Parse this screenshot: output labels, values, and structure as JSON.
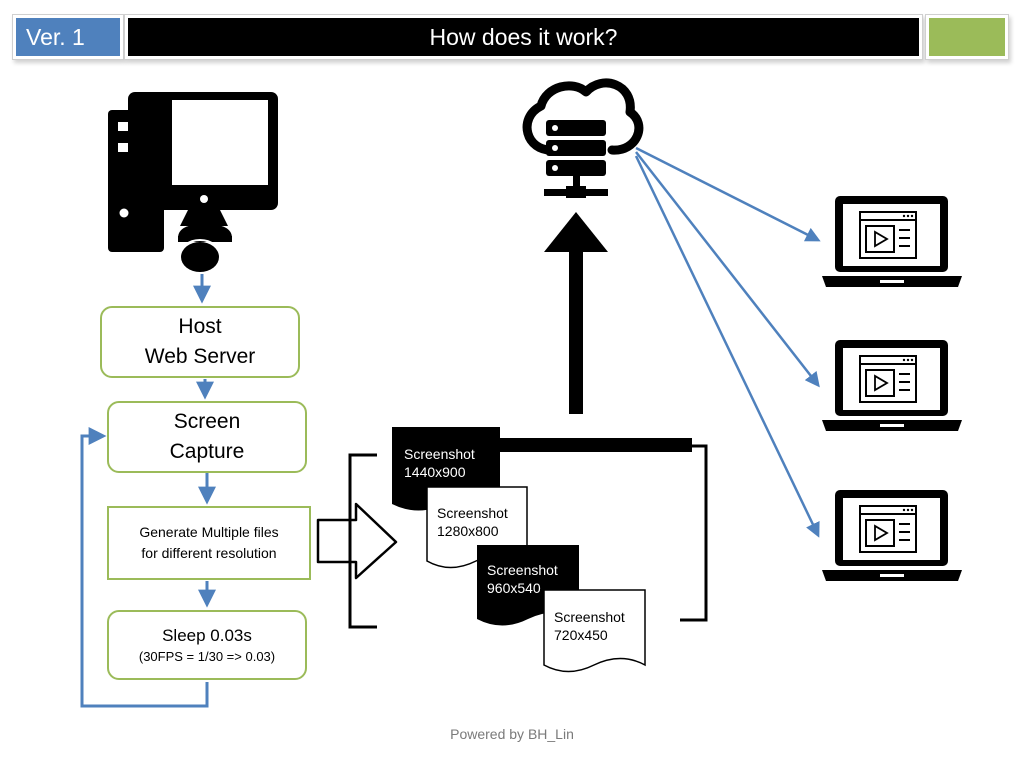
{
  "header": {
    "version": "Ver. 1",
    "title": "How does it work?"
  },
  "flow": {
    "host": {
      "line1": "Host",
      "line2": "Web Server"
    },
    "capture": {
      "line1": "Screen",
      "line2": "Capture"
    },
    "generate": {
      "line1": "Generate Multiple files",
      "line2": "for different resolution"
    },
    "sleep": {
      "line1": "Sleep 0.03s",
      "line2": "(30FPS = 1/30 => 0.03)"
    }
  },
  "screenshots": [
    {
      "line1": "Screenshot",
      "line2": "1440x900"
    },
    {
      "line1": "Screenshot",
      "line2": "1280x800"
    },
    {
      "line1": "Screenshot",
      "line2": "960x540"
    },
    {
      "line1": "Screenshot",
      "line2": "720x450"
    }
  ],
  "footer": "Powered by BH_Lin",
  "colors": {
    "version_badge": "#4f81bd",
    "title_bar": "#000000",
    "accent_green": "#9bbb59",
    "flow_arrow": "#4f81bd"
  },
  "icons": {
    "host": "desktop-computer-with-webcam",
    "server": "cloud-server",
    "clients": "laptop-video-player"
  }
}
